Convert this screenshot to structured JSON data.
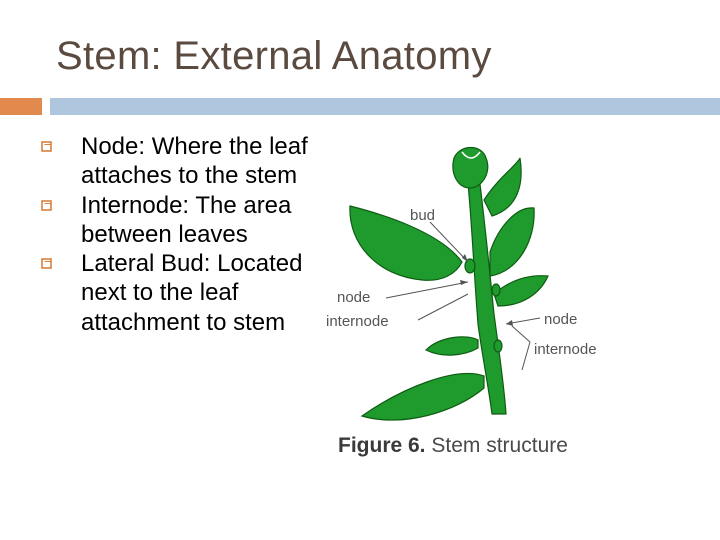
{
  "slide": {
    "title": "Stem: External Anatomy",
    "bullets": [
      {
        "label": "Node: Where the leaf attaches to the stem"
      },
      {
        "label": "Internode: The area between leaves"
      },
      {
        "label": "Lateral Bud: Located next to the leaf attachment to stem"
      }
    ]
  },
  "figure": {
    "caption_number": "Figure 6.",
    "caption_text": "Stem structure",
    "labels": {
      "bud": "bud",
      "node_left": "node",
      "internode_left": "internode",
      "node_right": "node",
      "internode_right": "internode"
    }
  },
  "colors": {
    "title": "#5a4a3f",
    "accent_orange": "#e28a4e",
    "accent_blue": "#aec7de",
    "bullet": "#d9813f",
    "plant_green": "#1f9a2c",
    "plant_dark": "#0e5c14"
  },
  "icons": {
    "bullet": "hollow-square-bullet-icon"
  }
}
